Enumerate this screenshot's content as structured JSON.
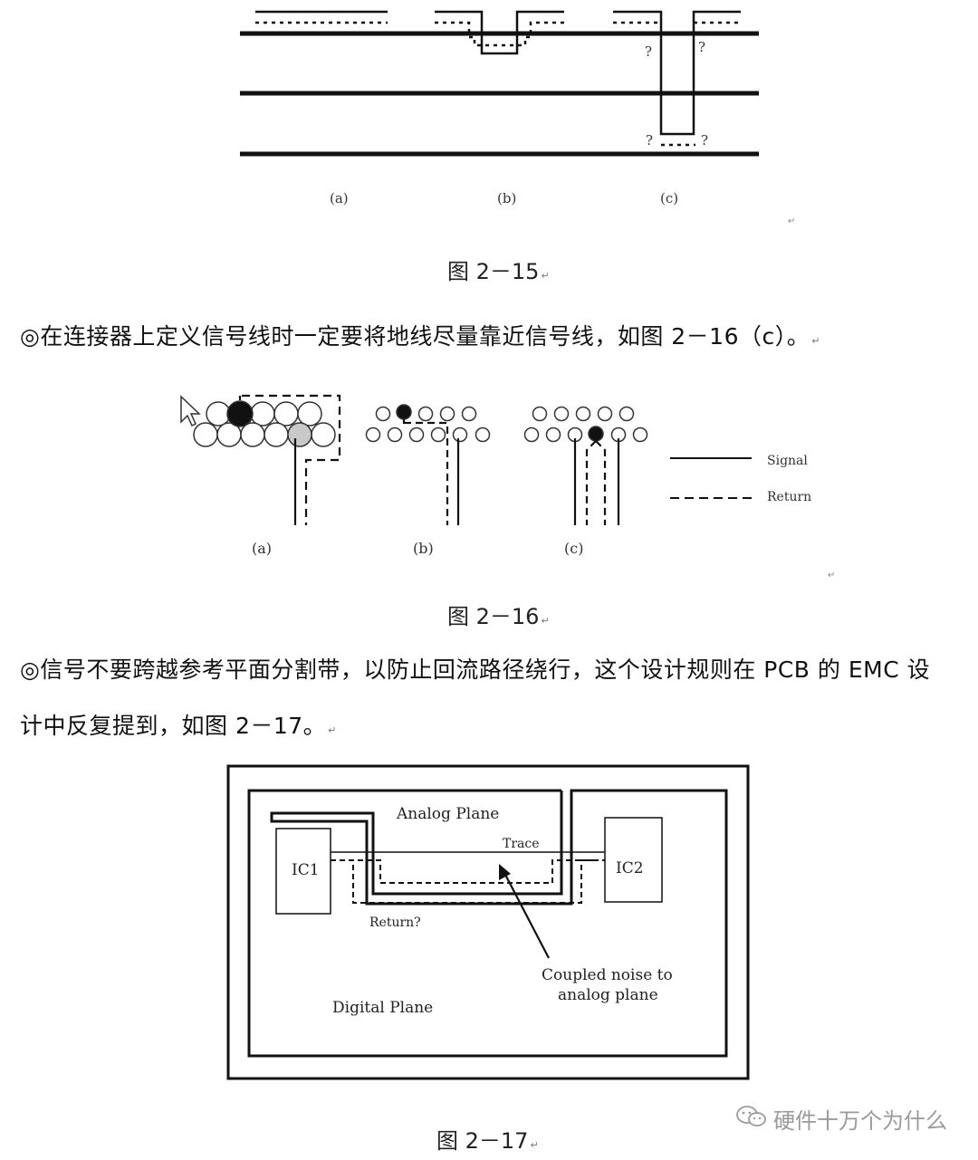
{
  "fig15": {
    "labels": [
      "(a)",
      "(b)",
      "(c)"
    ],
    "question_mark": "?",
    "caption": "图 2－15",
    "mark": "↵"
  },
  "para1": {
    "text": "◎在连接器上定义信号线时一定要将地线尽量靠近信号线，如图 2－16（c）。",
    "mark": "↵"
  },
  "fig16": {
    "labels": [
      "(a)",
      "(b)",
      "(c)"
    ],
    "legend_signal": "Signal",
    "legend_return": "Return",
    "caption": "图 2－16",
    "mark": "↵"
  },
  "para2": {
    "line1": "◎信号不要跨越参考平面分割带，以防止回流路径绕行，这个设计规则在 PCB 的 EMC 设",
    "line2": "计中反复提到，如图 2－17。",
    "mark": "↵"
  },
  "fig17": {
    "analog_plane": "Analog Plane",
    "trace": "Trace",
    "ic1": "IC1",
    "ic2": "IC2",
    "return_label": "Return?",
    "coupled_line1": "Coupled noise to",
    "coupled_line2": "analog plane",
    "digital_plane": "Digital Plane",
    "caption": "图 2－17",
    "mark": "↵"
  },
  "watermark": {
    "text": "硬件十万个为什么",
    "icon": "wechat-icon"
  }
}
